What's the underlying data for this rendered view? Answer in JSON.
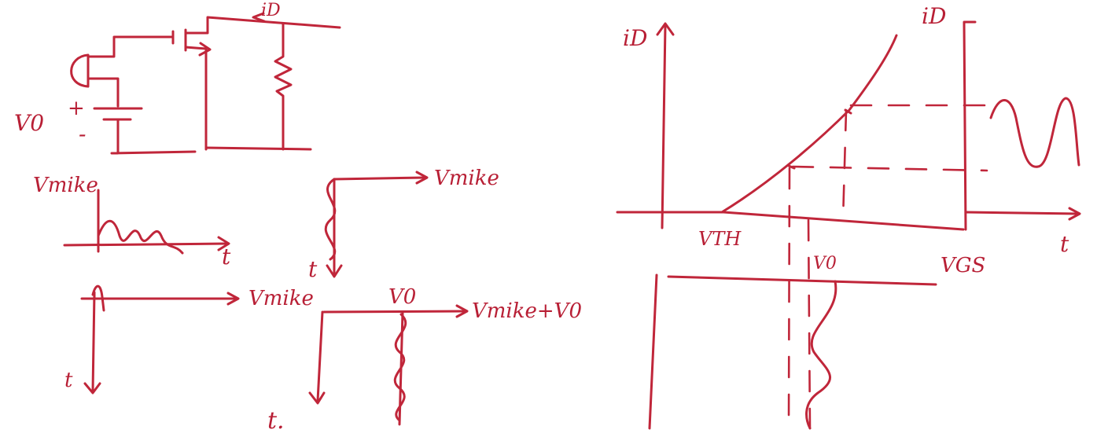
{
  "colors": {
    "ink": "#c0263a",
    "background": "#ffffff"
  },
  "circuit": {
    "drain_current_label": "iD",
    "source_voltage_label": "V0",
    "plus_label": "+",
    "minus_label": "-"
  },
  "mic_wave_graph": {
    "y_label": "Vmike",
    "x_label": "t"
  },
  "mic_wave_vertical": {
    "x_label": "Vmike",
    "t_label": "t"
  },
  "dc_graph": {
    "x_label": "Vmike",
    "t_label": "t"
  },
  "sum_graph": {
    "offset_label": "V0",
    "x_label": "Vmike+V0",
    "t_label": "t."
  },
  "transfer_graph": {
    "y_label": "iD",
    "threshold_label": "VTH",
    "x_label": "VGS",
    "output_label": "iD",
    "t_label": "t",
    "input_offset_label": "V0"
  }
}
